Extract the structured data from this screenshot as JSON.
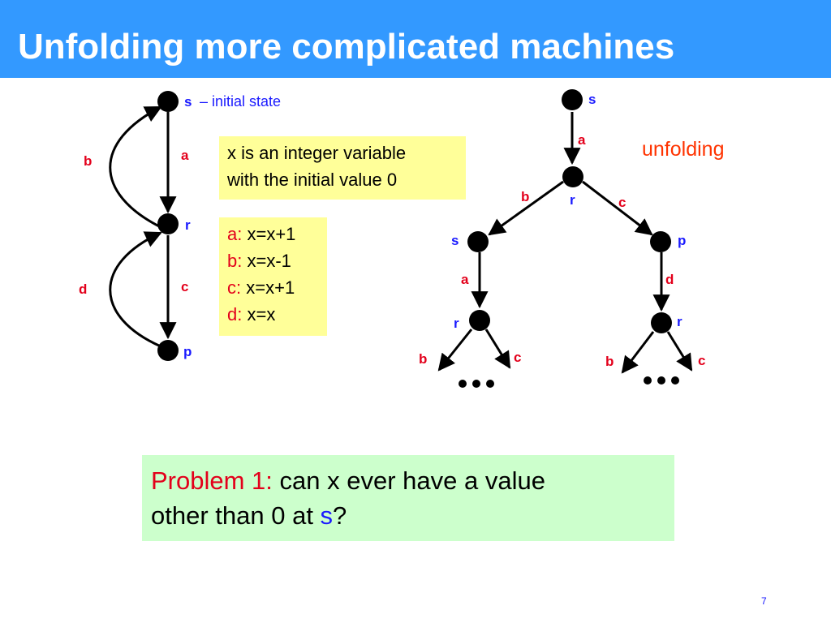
{
  "slide": {
    "title": "Unfolding more complicated machines",
    "page_number": "7"
  },
  "machine": {
    "states": {
      "s": "s",
      "r": "r",
      "p": "p"
    },
    "initial_note": "– initial state",
    "edges": {
      "a": "a",
      "b": "b",
      "c": "c",
      "d": "d"
    }
  },
  "variable_note": {
    "line1": "x is an integer variable",
    "line2": "with the initial value 0"
  },
  "operations": [
    {
      "name": "a:",
      "expr": "x=x+1"
    },
    {
      "name": "b:",
      "expr": "x=x-1"
    },
    {
      "name": "c:",
      "expr": "x=x+1"
    },
    {
      "name": "d:",
      "expr": "x=x"
    }
  ],
  "unfolding": {
    "label": "unfolding",
    "states": {
      "root": "s",
      "level1": "r",
      "left": "s",
      "right": "p",
      "left_r": "r",
      "right_r": "r"
    },
    "edges": {
      "root_a": "a",
      "left_b": "b",
      "right_c": "c",
      "left_a": "a",
      "right_d": "d",
      "ll_b": "b",
      "lr_c": "c",
      "rl_b": "b",
      "rr_c": "c"
    },
    "ellipsis": "…"
  },
  "problem": {
    "label": "Problem 1:",
    "text1": " can x ever have a value",
    "text2": "other than 0 at ",
    "state": "s",
    "end": "?"
  },
  "colors": {
    "title_bar": "#3399ff",
    "edge_label": "#e3001b",
    "state_label": "#1a1aff",
    "note_bg": "#ffff99",
    "problem_bg": "#ccffcc",
    "unfolding_label": "#ff3300"
  }
}
